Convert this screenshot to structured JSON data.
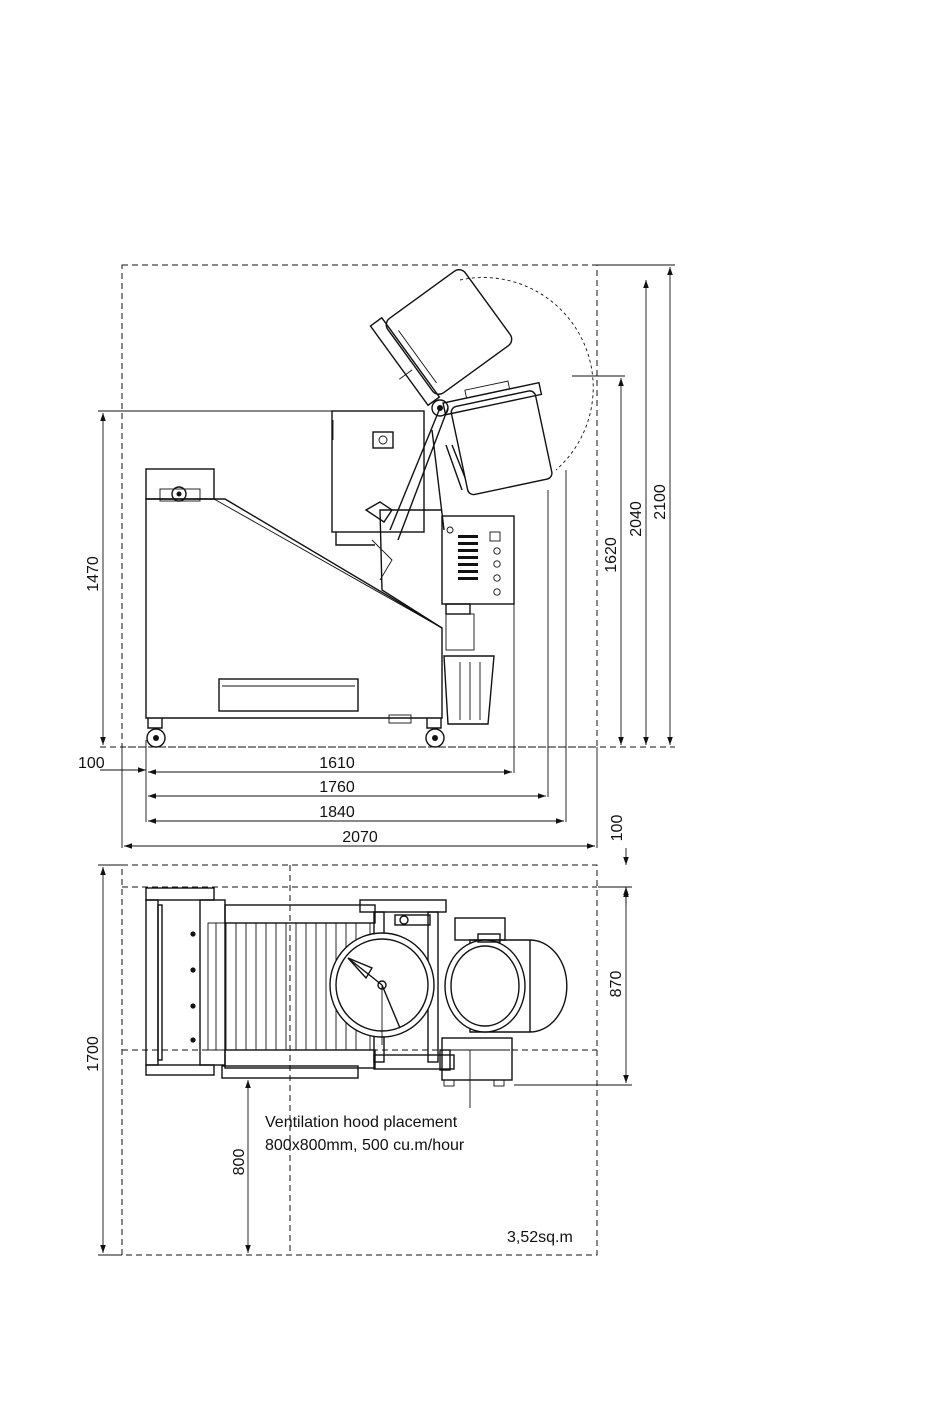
{
  "side_view": {
    "height_1470": "1470",
    "height_1620": "1620",
    "height_2040": "2040",
    "height_2100": "2100",
    "offset_100_left": "100",
    "width_1610": "1610",
    "width_1760": "1760",
    "width_1840": "1840",
    "width_2070": "2070"
  },
  "plan_view": {
    "gap_100": "100",
    "depth_870": "870",
    "depth_1700": "1700",
    "hood_offset_800": "800",
    "hood_note_line1": "Ventilation hood placement",
    "hood_note_line2": "800x800mm, 500 cu.m/hour",
    "area": "3,52sq.m"
  }
}
